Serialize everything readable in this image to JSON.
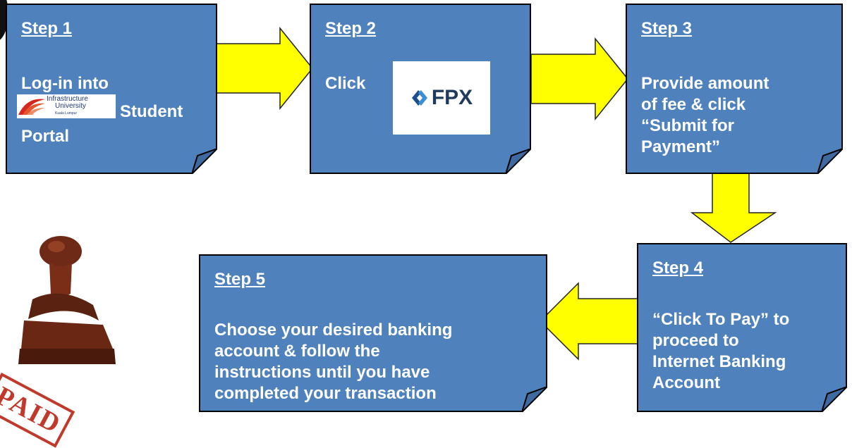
{
  "steps": {
    "step1": {
      "title": "Step 1",
      "line1": "Log-in into",
      "line2": "Student",
      "line3": "Portal"
    },
    "step2": {
      "title": "Step 2",
      "body": "Click"
    },
    "step3": {
      "title": "Step 3",
      "body": [
        "Provide amount",
        "of fee & click",
        "“Submit for",
        "Payment”"
      ]
    },
    "step4": {
      "title": "Step 4",
      "body": [
        "“Click To Pay” to",
        "proceed to",
        "Internet Banking",
        "Account"
      ]
    },
    "step5": {
      "title": "Step 5",
      "body": [
        "Choose your desired banking",
        "account & follow the",
        "instructions until you have",
        "completed your transaction"
      ]
    }
  },
  "iu_logo": {
    "line1": "Infrastructure",
    "line2": "University",
    "line3": "Kuala Lumpur"
  },
  "fpx_logo": {
    "text": "FPX"
  },
  "stamp": {
    "text": "PAID"
  },
  "colors": {
    "note_fill": "#4f81bd",
    "arrow_fill": "#ffff00",
    "text": "#ffffff",
    "stamp_red": "#c0392b"
  }
}
